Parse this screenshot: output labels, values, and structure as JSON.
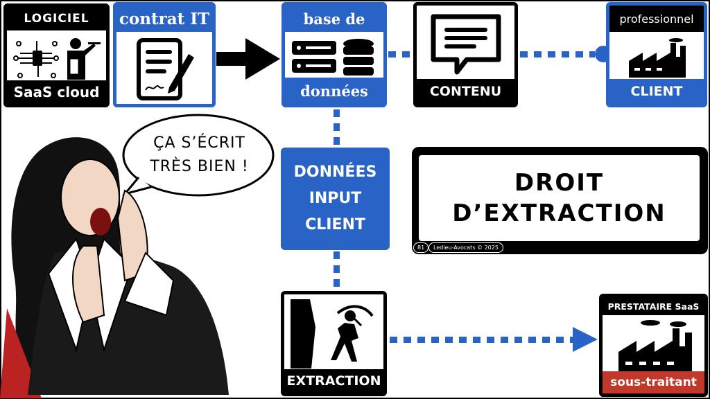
{
  "software": {
    "title": "LOGICIEL",
    "subtitle": "SaaS cloud"
  },
  "contract": {
    "title": "contrat IT"
  },
  "database": {
    "title_top": "base de",
    "title_bottom": "données"
  },
  "content": {
    "label": "CONTENU"
  },
  "client": {
    "title": "professionnel",
    "label": "CLIENT"
  },
  "input_data": {
    "lines": [
      "DONNÉES",
      "INPUT",
      "CLIENT"
    ]
  },
  "right_box": {
    "lines": [
      "DROIT",
      "D’EXTRACTION"
    ],
    "page": "81",
    "credit": "Ledieu-Avocats © 2025"
  },
  "extraction": {
    "label": "EXTRACTION"
  },
  "provider": {
    "title": "PRESTATAIRE SaaS",
    "label": "sous-traitant"
  },
  "speech": {
    "lines": [
      "ÇA S’ÉCRIT",
      "TRÈS BIEN !"
    ]
  },
  "colors": {
    "blue": "#2a63c6",
    "red": "#c0392b",
    "black": "#000000"
  }
}
